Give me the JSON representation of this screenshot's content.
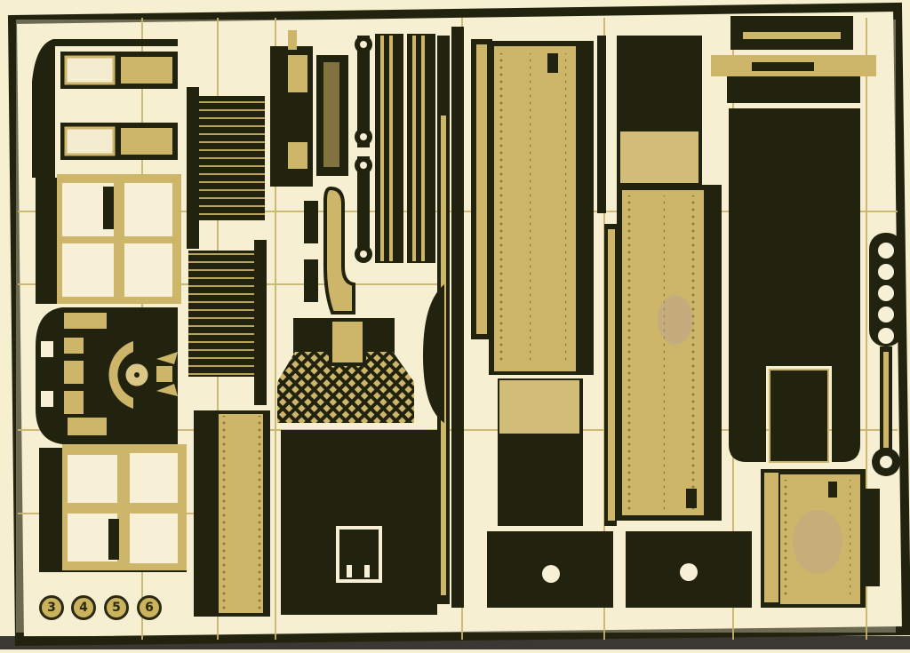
{
  "colors": {
    "paper": "#f6efd0",
    "fret": "#22230f",
    "fret_shade": "#2f2d14",
    "brass": "#cdb66a",
    "brass_light": "#dcc886",
    "brass_dark": "#a8913f",
    "rivet": "#8a7430",
    "stain": "#b69aa0",
    "photo_bottom": "#3a3832"
  },
  "part_numbers": [
    "3",
    "4",
    "5",
    "6"
  ]
}
